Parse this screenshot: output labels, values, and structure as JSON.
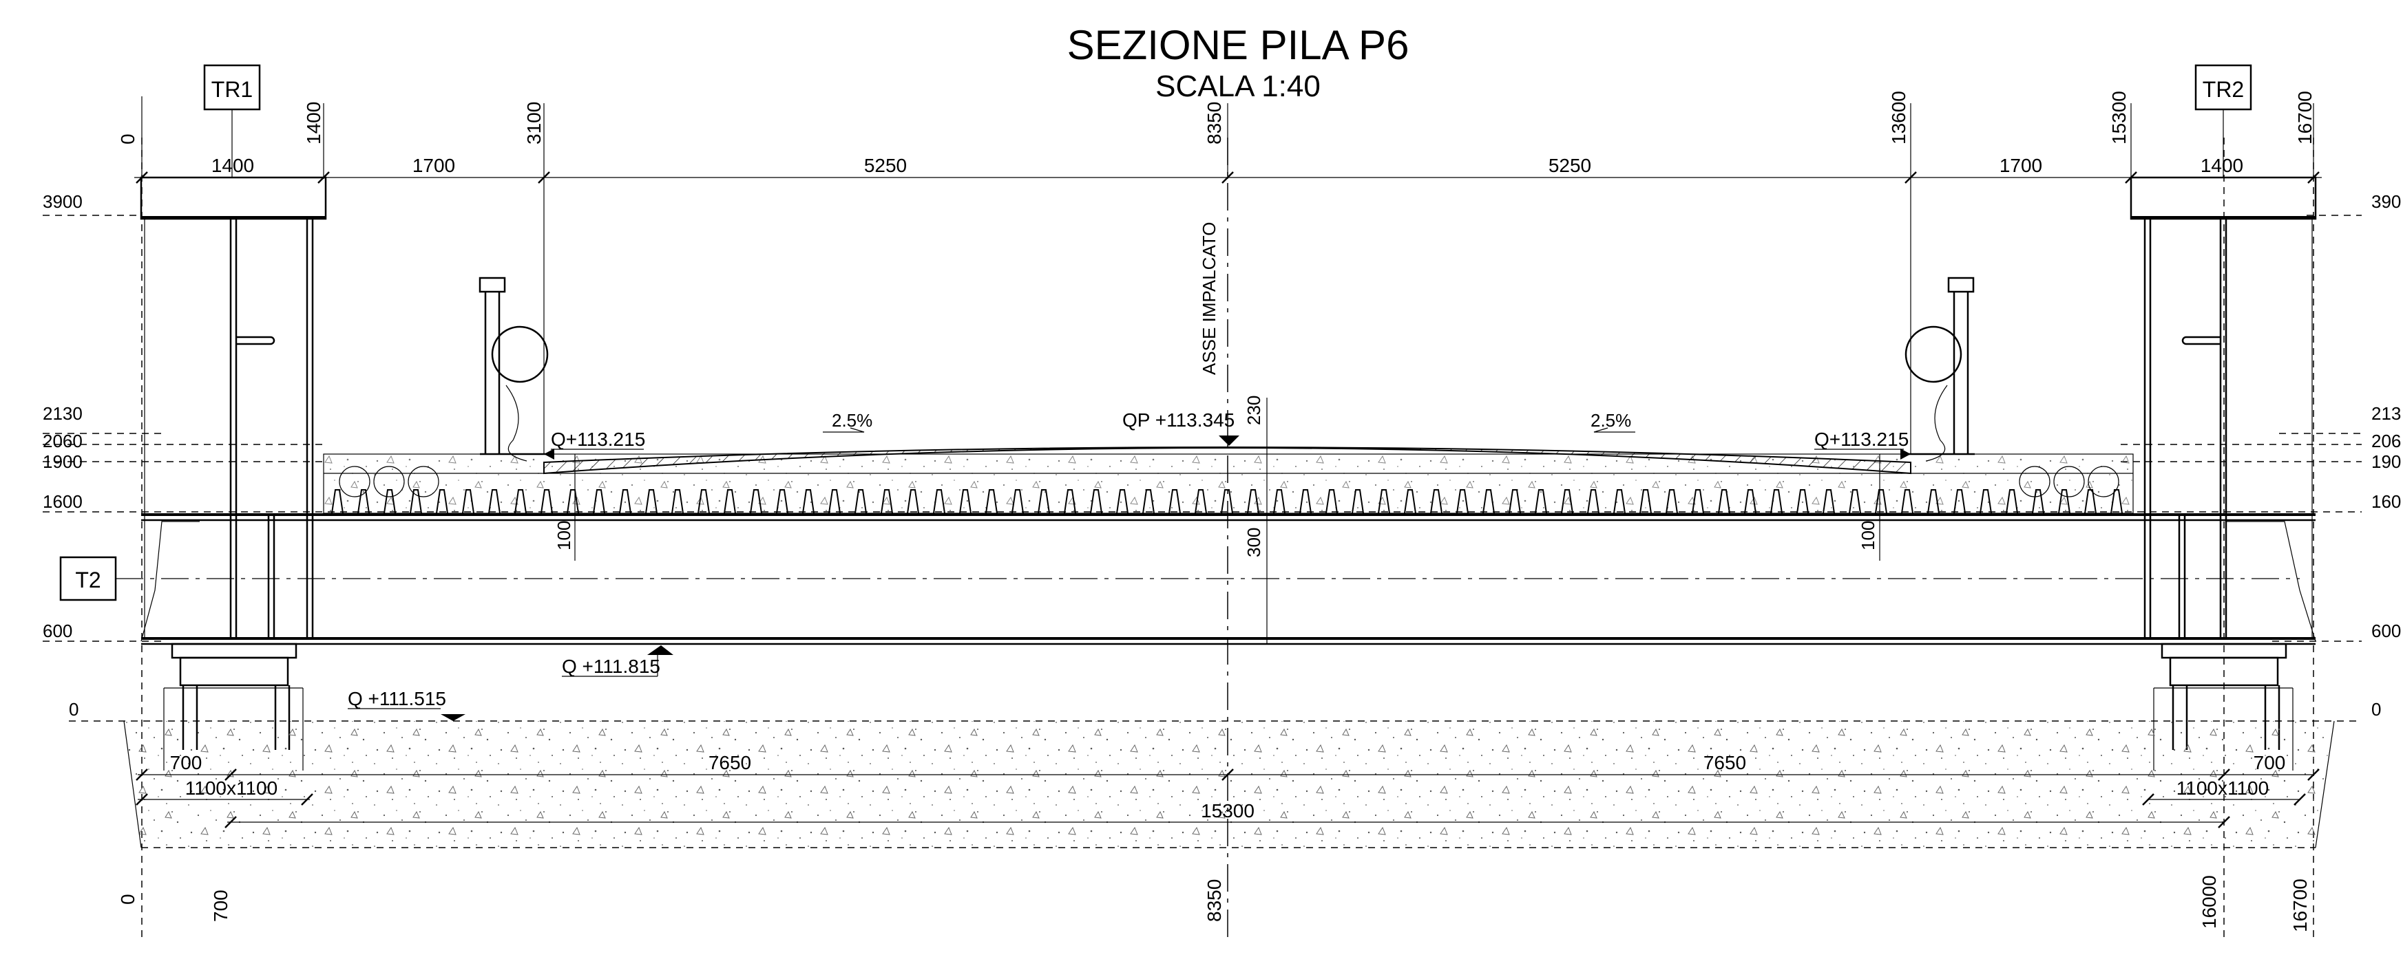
{
  "title": "SEZIONE PILA P6",
  "subtitle": "SCALA 1:40",
  "tags": {
    "tr1": "TR1",
    "tr2": "TR2",
    "t2": "T2"
  },
  "top_offsets": [
    "0",
    "1400",
    "3100",
    "8350",
    "13600",
    "15300",
    "16700"
  ],
  "bottom_offsets": [
    "0",
    "700",
    "8350",
    "16000",
    "16700"
  ],
  "top_spans": [
    "1400",
    "1700",
    "5250",
    "5250",
    "1700",
    "1400"
  ],
  "levels_left": [
    "3900",
    "2130",
    "2060",
    "1900",
    "1600",
    "600",
    "0"
  ],
  "levels_right": [
    "390",
    "213",
    "206",
    "190",
    "160",
    "600",
    "0"
  ],
  "axis_label": "ASSE IMPALCATO",
  "elevations": {
    "deck_left": "Q+113.215",
    "deck_axis": "QP +113.345",
    "deck_right": "Q+113.215",
    "beam_bottom": "Q +111.815",
    "foundation_top": "Q +111.515"
  },
  "slopes": {
    "left": "2.5%",
    "right": "2.5%"
  },
  "vertical_dims": {
    "slab_axis": "230",
    "beam_axis": "300",
    "left_edge": "100",
    "right_edge": "100"
  },
  "foundation": {
    "pedestal_left_dim": "700",
    "pedestal_right_dim": "700",
    "plinth_left": "1100x1100",
    "plinth_right": "1100x1100",
    "span_left": "7650",
    "span_right": "7650",
    "total": "15300"
  }
}
